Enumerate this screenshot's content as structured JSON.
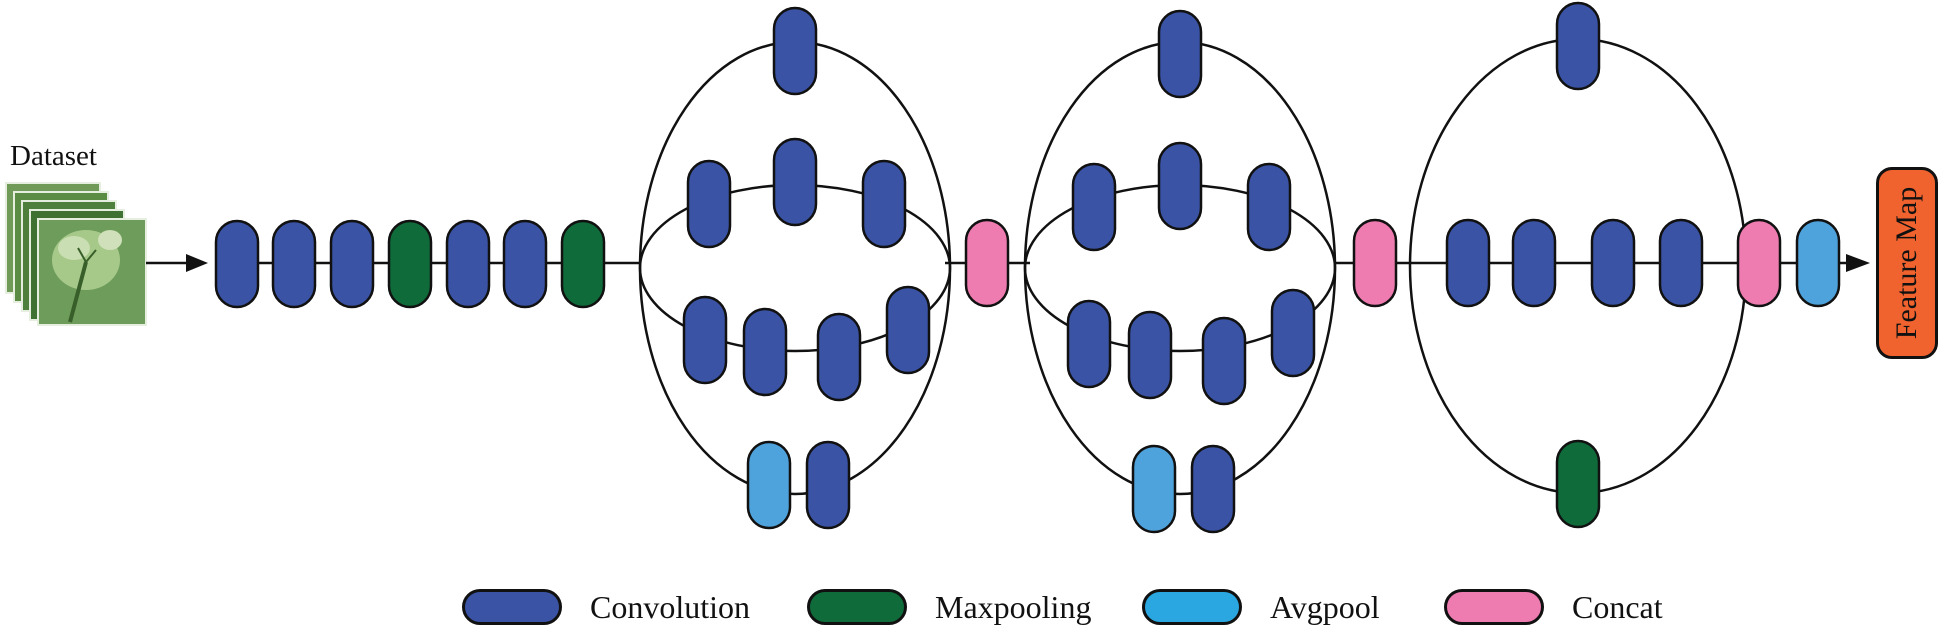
{
  "diagram": {
    "dataset_label": "Dataset",
    "output_label": "Feature Map"
  },
  "colors": {
    "convolution": "#3a53a4",
    "maxpooling": "#0f6b3a",
    "avgpool": "#4fa3dc",
    "concat": "#ee7cb0",
    "feature_map": "#f0622e",
    "stroke": "#111111"
  },
  "legend": {
    "items": [
      {
        "label": "Convolution",
        "color": "#3a53a4"
      },
      {
        "label": "Maxpooling",
        "color": "#0f6b3a"
      },
      {
        "label": "Avgpool",
        "color": "#2aa7e0"
      },
      {
        "label": "Concat",
        "color": "#ee7cb0"
      }
    ]
  },
  "icons": {
    "dataset": "leaf-image-stack-icon",
    "arrow": "arrow-right-icon"
  }
}
